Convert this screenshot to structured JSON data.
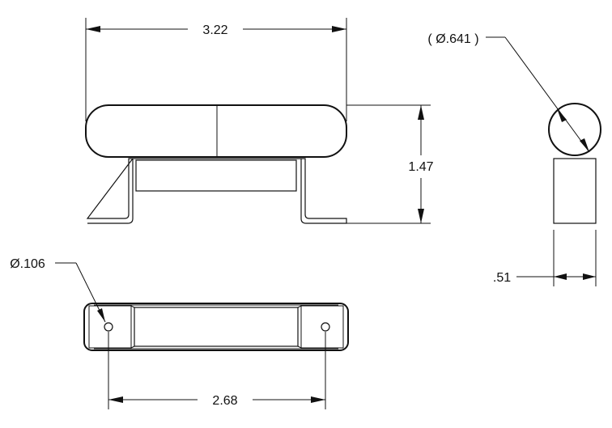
{
  "dimensions": {
    "overall_length": "3.22",
    "height": "1.47",
    "diameter": "( Ø.641 )",
    "width": ".51",
    "hole_diameter": "Ø.106",
    "hole_spacing": "2.68"
  }
}
